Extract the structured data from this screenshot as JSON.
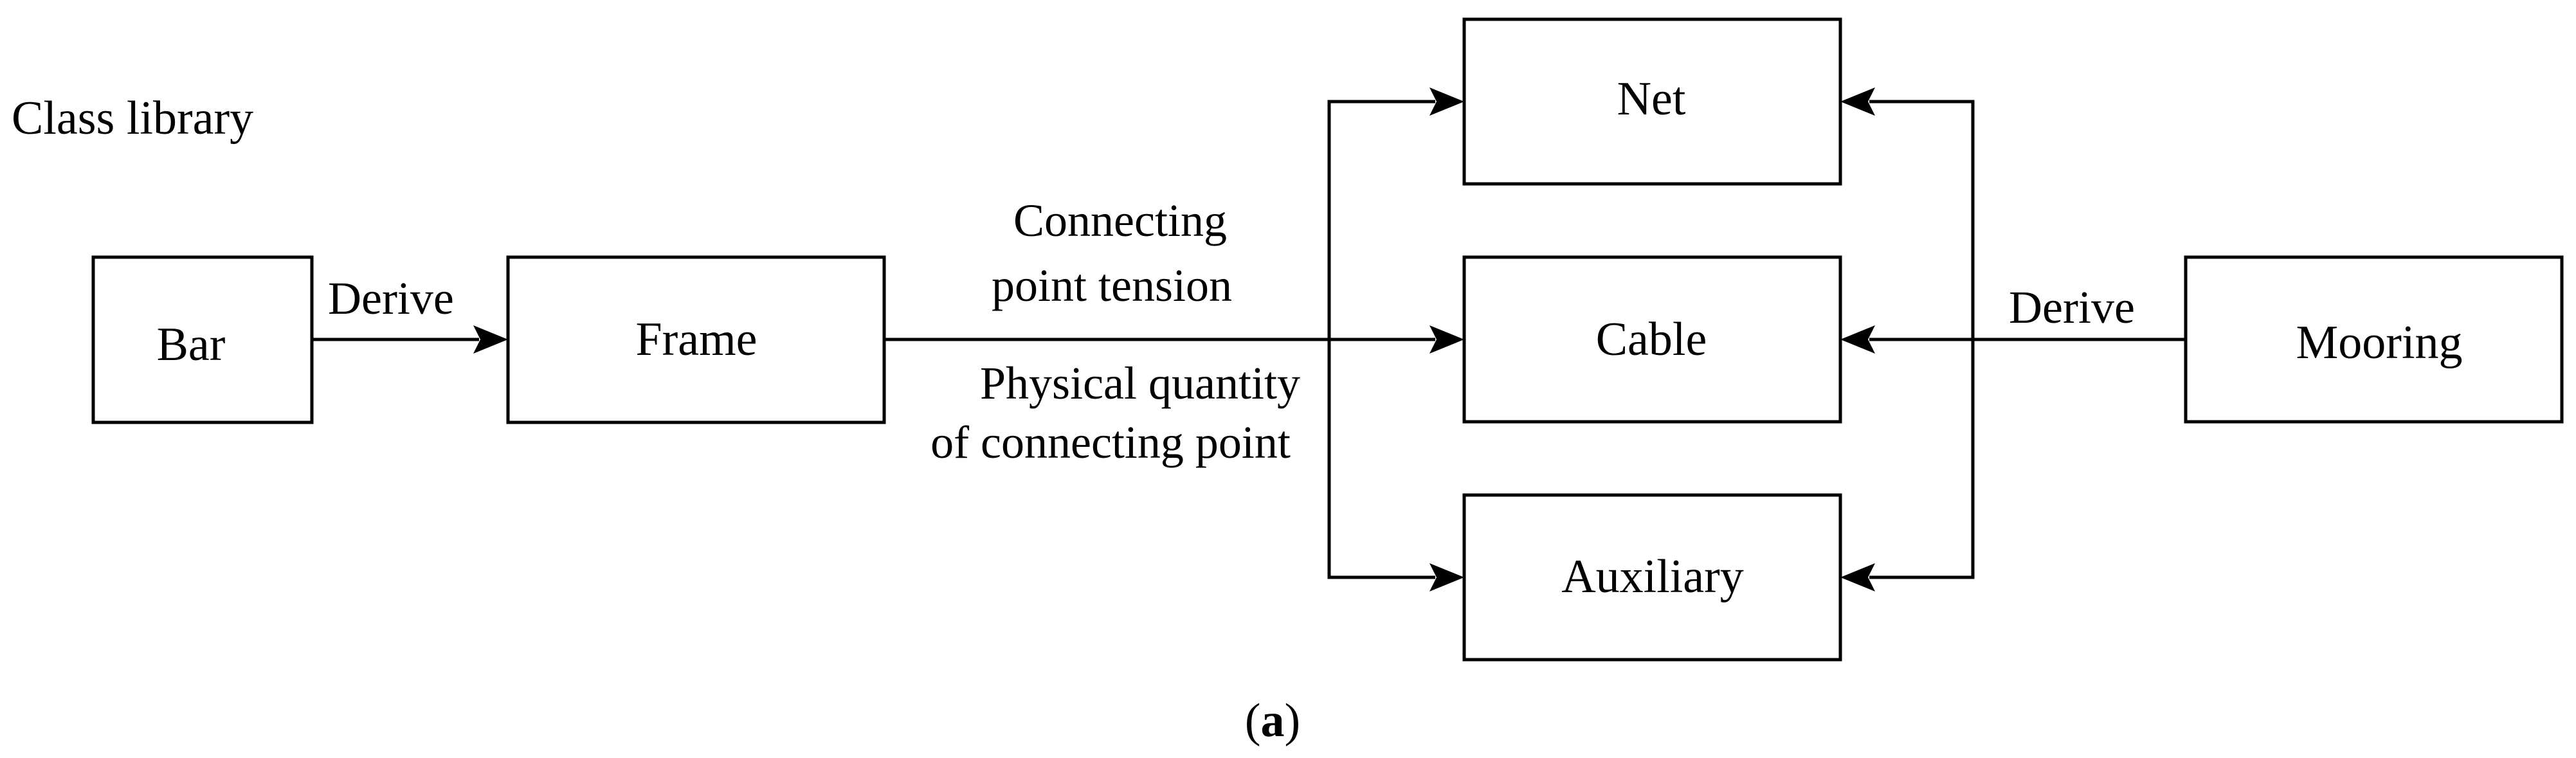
{
  "title": "Class library",
  "caption": {
    "open": "(",
    "letter": "a",
    "close": ")"
  },
  "nodes": {
    "bar": "Bar",
    "frame": "Frame",
    "net": "Net",
    "cable": "Cable",
    "auxiliary": "Auxiliary",
    "mooring": "Mooring"
  },
  "edges": {
    "bar_to_frame": "Derive",
    "frame_to_components_upper": [
      "Connecting",
      "point tension"
    ],
    "frame_to_components_lower": [
      "Physical quantity",
      "of connecting point"
    ],
    "mooring_to_components": "Derive"
  }
}
